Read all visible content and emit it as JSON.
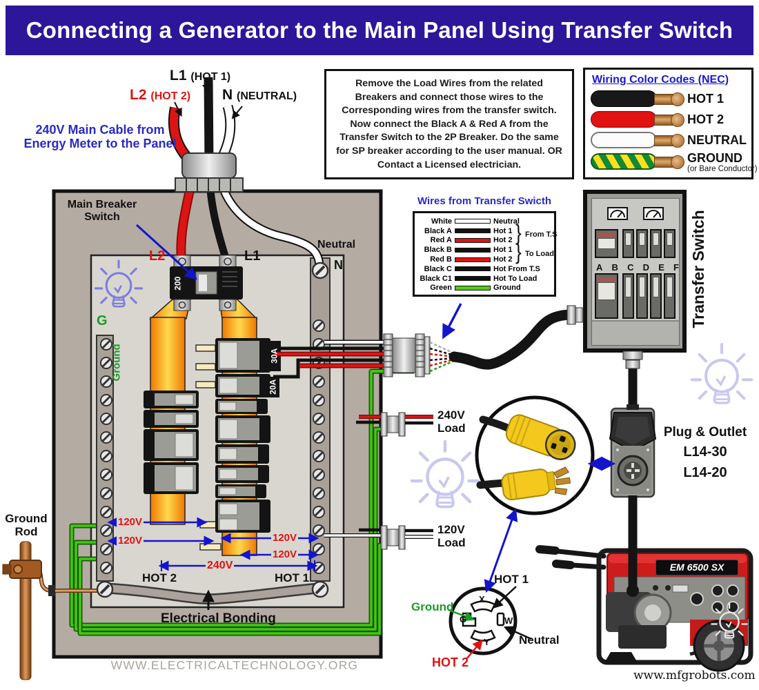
{
  "title": "Connecting a Generator to the Main Panel Using Transfer Switch",
  "colors": {
    "title_bg": "#2e169a",
    "hot1": "#151515",
    "hot2": "#e01212",
    "neutral": "#ffffff",
    "ground": "#2fae12",
    "accent_blue": "#1414cc"
  },
  "top": {
    "l1": "L1",
    "l1_hot": "(HOT 1)",
    "l2": "L2",
    "l2_hot": "(HOT 2)",
    "n": "N",
    "n_neutral": "(NEUTRAL)",
    "cable_note_1": "240V Main Cable from",
    "cable_note_2": "Energy Meter to the Panel"
  },
  "instructions": "Remove the Load Wires from the related Breakers and connect those wires to the Corresponding wires from the transfer switch. Now connect the Black A & Red A from the Transfer Switch to the 2P Breaker. Do the same for SP breaker according to the user manual. OR Contact a Licensed electrician.",
  "nec": {
    "title": "Wiring Color Codes (NEC)",
    "items": [
      {
        "label": "HOT 1"
      },
      {
        "label": "HOT 2"
      },
      {
        "label": "NEUTRAL"
      },
      {
        "label": "GROUND",
        "sub": "(or Bare Conductor)"
      }
    ]
  },
  "ts_legend": {
    "title": "Wires from Transfer Swicth",
    "rows": [
      {
        "name": "White",
        "desc": "Neutral"
      },
      {
        "name": "Black A",
        "desc": "Hot 1"
      },
      {
        "name": "Red A",
        "desc": "Hot 2"
      },
      {
        "name": "Black B",
        "desc": "Hot 1"
      },
      {
        "name": "Red B",
        "desc": "Hot 2"
      },
      {
        "name": "Black C",
        "desc": "Hot From T.S"
      },
      {
        "name": "Black C1",
        "desc": "Hot To Load"
      },
      {
        "name": "Green",
        "desc": "Ground"
      }
    ],
    "brace_from": "From T.S",
    "brace_to": "To Load"
  },
  "panel": {
    "main_breaker_1": "Main Breaker",
    "main_breaker_2": "Switch",
    "amps": "200",
    "l2": "L2",
    "l1": "L1",
    "neutral": "Neutral",
    "n": "N",
    "g": "G",
    "ground": "Ground",
    "b30": "30A",
    "b20": "20A",
    "v120": "120V",
    "v240": "240V",
    "hot2": "HOT 2",
    "hot1": "HOT 1",
    "bonding": "Electrical Bonding"
  },
  "loads": {
    "v240": "240V",
    "v240_l": "Load",
    "v120": "120V",
    "v120_l": "Load"
  },
  "transfer_switch": {
    "label": "Transfer Switch",
    "letters": [
      "A",
      "B",
      "C",
      "D",
      "E",
      "F"
    ]
  },
  "outlet": {
    "title": "Plug & Outlet",
    "model1": "L14-30",
    "model2": "L14-20"
  },
  "pins": {
    "hot1": "HOT 1",
    "ground": "Ground",
    "neutral": "Neutral",
    "hot2": "HOT 2",
    "x": "X",
    "g": "G",
    "w": "W",
    "y": "Y"
  },
  "ground_rod": {
    "line1": "Ground",
    "line2": "Rod"
  },
  "generator": {
    "model": "EM 6500 SX"
  },
  "footer": {
    "site": "WWW.ELECTRICALTECHNOLOGY.ORG",
    "watermark": "www.mfgrobots.com"
  }
}
